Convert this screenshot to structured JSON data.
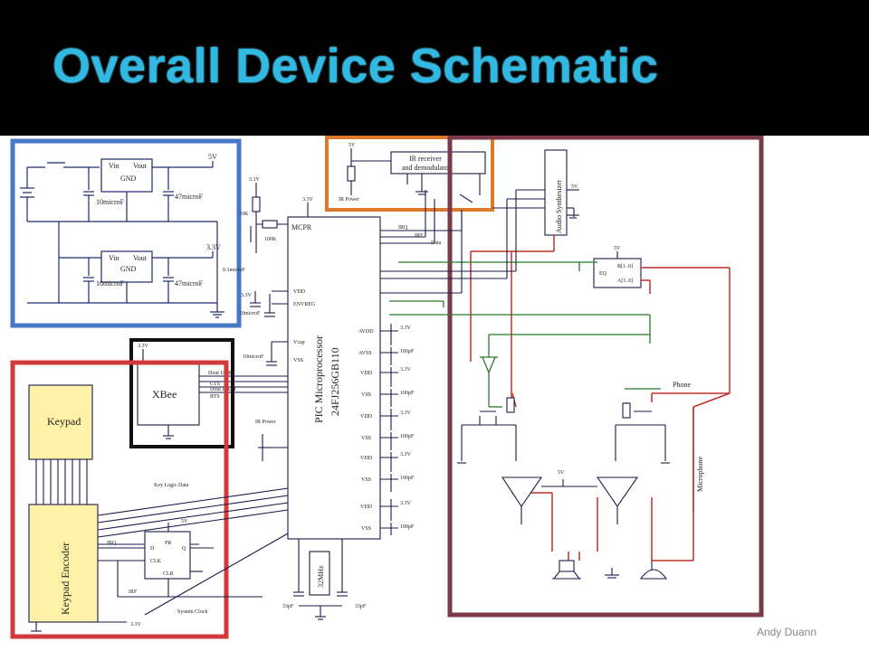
{
  "slide": {
    "title": "Overall Device Schematic",
    "footer_author": "Andy Duann"
  },
  "schematic": {
    "power": {
      "regulator_vin": "Vin",
      "regulator_vout": "Vout",
      "regulator_gnd": "GND",
      "cap_in": "10microF",
      "cap_out": "47microF",
      "rail_5v": "5V",
      "rail_3v3": "3.3V"
    },
    "ir": {
      "block_label_1": "IR receiver",
      "block_label_2": "and demodulator",
      "power_label": "IR Power",
      "rail": "5V"
    },
    "mcu": {
      "header": "MCPR",
      "name_1": "PIC Microprocessor",
      "name_2": "24FJ256GB110",
      "left_pins": [
        "VDD",
        "ENVREG",
        "Vcap",
        "VSS"
      ],
      "right_pins": [
        "AVDD",
        "AVSS",
        "VDD",
        "VSS",
        "VDD",
        "VSS",
        "VDD",
        "VSS",
        "VDD",
        "VSS"
      ],
      "decouple_caps": [
        "3.3V",
        "100pF",
        "3.3V",
        "100pF",
        "3.3V",
        "100pF",
        "3.3V",
        "100pF",
        "3.3V",
        "100pF"
      ],
      "crystal": "32MHz",
      "crystal_caps": [
        "33pF",
        "33pF"
      ],
      "resistors": [
        "10K",
        "100K"
      ],
      "rails": [
        "3.3V",
        "3.3V",
        "3.3V"
      ],
      "cap_vcap": "10microF",
      "cap_envreg": "0.1microF",
      "cap_vdd": "10microF"
    },
    "signals": {
      "irq": "IRQ",
      "irf": "IRF",
      "data": "Data",
      "ir_power": "IR Power",
      "key_logic_data": "Key Logic Data",
      "system_clock": "System Clock",
      "phone": "Phone",
      "microphone": "Microphone"
    },
    "xbee": {
      "label": "XBee",
      "rail": "3.3V",
      "lines": [
        "Dout UART",
        "CTS",
        "Dout UART",
        "RTS"
      ]
    },
    "keypad": {
      "keypad_label": "Keypad",
      "encoder_label": "Keypad Encoder",
      "ff_pins": [
        "PR",
        "D",
        "Q",
        "CLK",
        "CLR"
      ],
      "ff_rail": "5V",
      "rail": "3.3V",
      "irq": "IRQ",
      "irf": "IRF"
    },
    "audio": {
      "synth_label": "Audio Synthesizer",
      "eq_pins": [
        "B[1..0]",
        "EQ",
        "A[1..0]"
      ],
      "rail": "5V",
      "opamp_rail": "5V"
    }
  }
}
